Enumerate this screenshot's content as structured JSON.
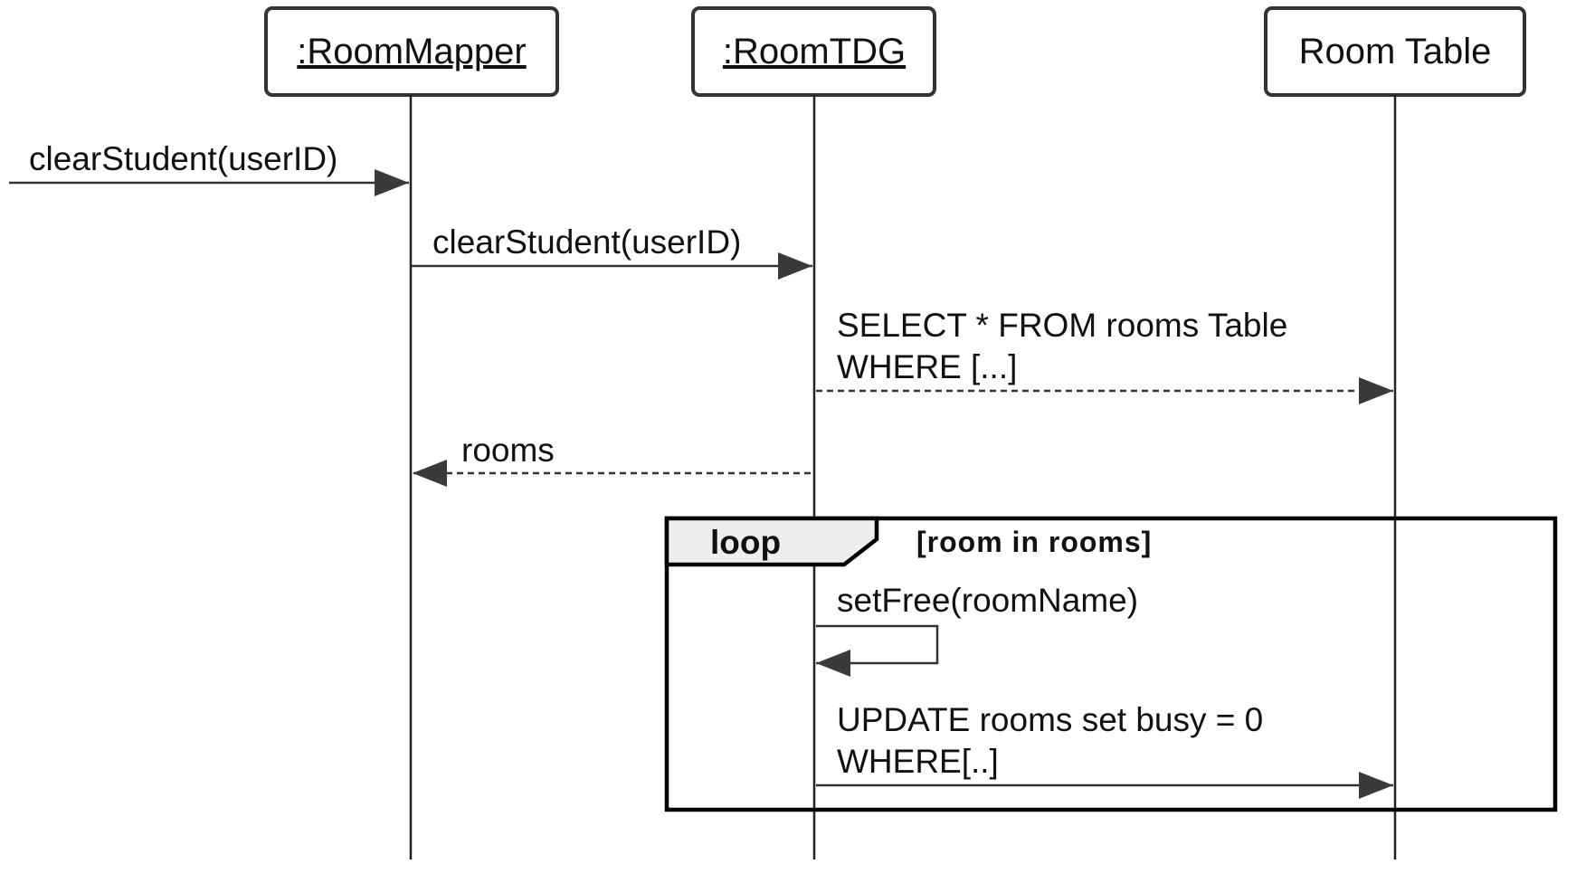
{
  "lifelines": [
    {
      "id": "mapper",
      "label": ":RoomMapper",
      "underline": true
    },
    {
      "id": "tdg",
      "label": ":RoomTDG",
      "underline": true
    },
    {
      "id": "table",
      "label": "Room Table",
      "underline": false
    }
  ],
  "messages": [
    {
      "id": "m1",
      "from": "external",
      "to": "mapper",
      "style": "solid",
      "lines": [
        "clearStudent(userID)"
      ]
    },
    {
      "id": "m2",
      "from": "mapper",
      "to": "tdg",
      "style": "solid",
      "lines": [
        "clearStudent(userID)"
      ]
    },
    {
      "id": "m3",
      "from": "tdg",
      "to": "table",
      "style": "dashed",
      "lines": [
        "SELECT * FROM rooms Table",
        "WHERE [...]"
      ]
    },
    {
      "id": "m4",
      "from": "tdg",
      "to": "mapper",
      "style": "dashed",
      "lines": [
        "rooms"
      ]
    },
    {
      "id": "m5",
      "from": "tdg",
      "to": "tdg",
      "style": "solid",
      "self": true,
      "lines": [
        "setFree(roomName)"
      ]
    },
    {
      "id": "m6",
      "from": "tdg",
      "to": "table",
      "style": "solid",
      "lines": [
        "UPDATE rooms set busy = 0",
        "WHERE[..]"
      ]
    }
  ],
  "fragment": {
    "operator": "loop",
    "guard": "[room in rooms]"
  },
  "colors": {
    "line": "#333333",
    "box_stroke": "#333333",
    "frame": "#000000",
    "tab_fill": "#eeeeee",
    "arrow": "#333333"
  }
}
